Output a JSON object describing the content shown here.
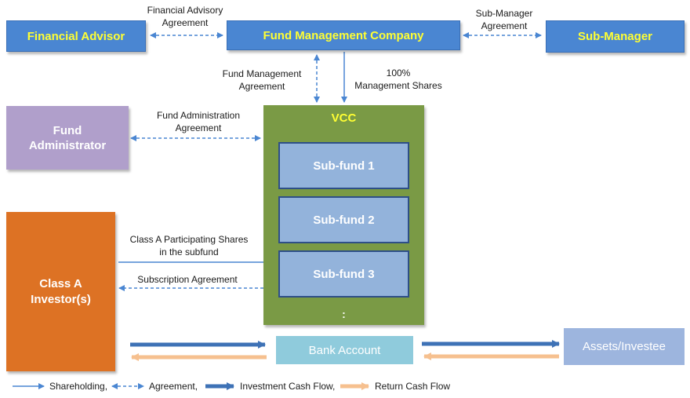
{
  "boxes": {
    "financial_advisor": "Financial Advisor",
    "fund_management_company": "Fund Management Company",
    "sub_manager": "Sub-Manager",
    "fund_administrator_line1": "Fund",
    "fund_administrator_line2": "Administrator",
    "vcc": "VCC",
    "subfund_1": "Sub-fund 1",
    "subfund_2": "Sub-fund 2",
    "subfund_3": "Sub-fund 3",
    "vcc_more": ":",
    "investor_line1": "Class A",
    "investor_line2": "Investor(s)",
    "bank_account": "Bank Account",
    "assets_investee": "Assets/Investee"
  },
  "labels": {
    "financial_advisory_1": "Financial Advisory",
    "financial_advisory_2": "Agreement",
    "sub_manager_agreement_1": "Sub-Manager",
    "sub_manager_agreement_2": "Agreement",
    "fund_management_agreement_1": "Fund Management",
    "fund_management_agreement_2": "Agreement",
    "management_shares_1": "100%",
    "management_shares_2": "Management Shares",
    "fund_admin_agreement_1": "Fund Administration",
    "fund_admin_agreement_2": "Agreement",
    "class_a_shares_1": "Class A Participating Shares",
    "class_a_shares_2": "in the subfund",
    "subscription_agreement": "Subscription Agreement"
  },
  "legend": {
    "shareholding": "Shareholding,",
    "agreement": "Agreement,",
    "investment_cash_flow": "Investment Cash Flow,",
    "return_cash_flow": "Return Cash Flow"
  },
  "colors": {
    "box_blue": "#4a86d2",
    "title_yellow": "#ffff33",
    "fund_admin_purple": "#b09fcb",
    "vcc_green": "#7a9a45",
    "subfund_fill": "#93b3db",
    "investor_orange": "#dd7224",
    "bank_fill": "#8fcbdc",
    "assets_fill": "#9db5de",
    "shareholding_line": "#4a86d2",
    "investment_flow": "#3e72b6",
    "return_flow": "#f6c08f"
  }
}
